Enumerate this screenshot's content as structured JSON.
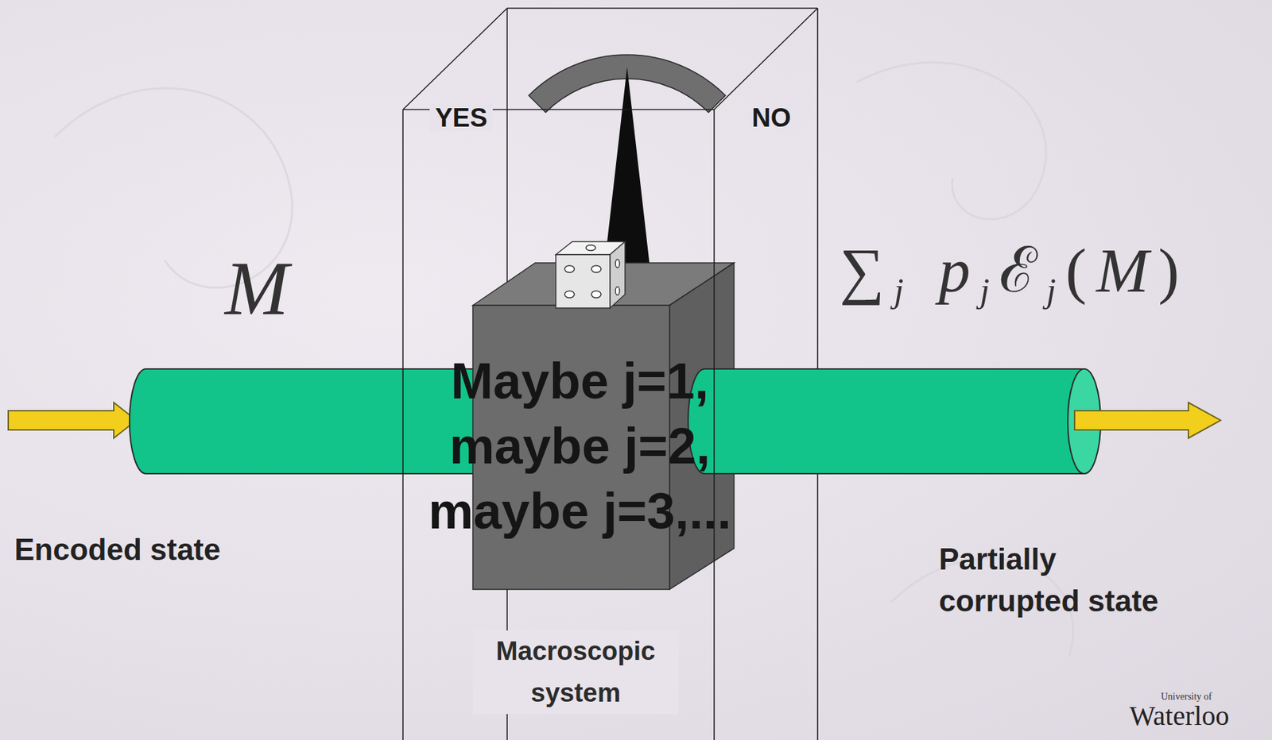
{
  "diagram": {
    "nodes": [
      {
        "text": [
          "Macroscopic system"
        ]
      },
      {
        "text": [
          "Maybe j=1, maybe j=2, maybe j=3,..."
        ],
        "in": 0
      }
    ],
    "labels": [
      "YES",
      "NO",
      "M",
      "∑j pjℰj(M)",
      "Encoded state",
      "Partially corrupted state",
      "University of",
      "Waterloo"
    ]
  }
}
